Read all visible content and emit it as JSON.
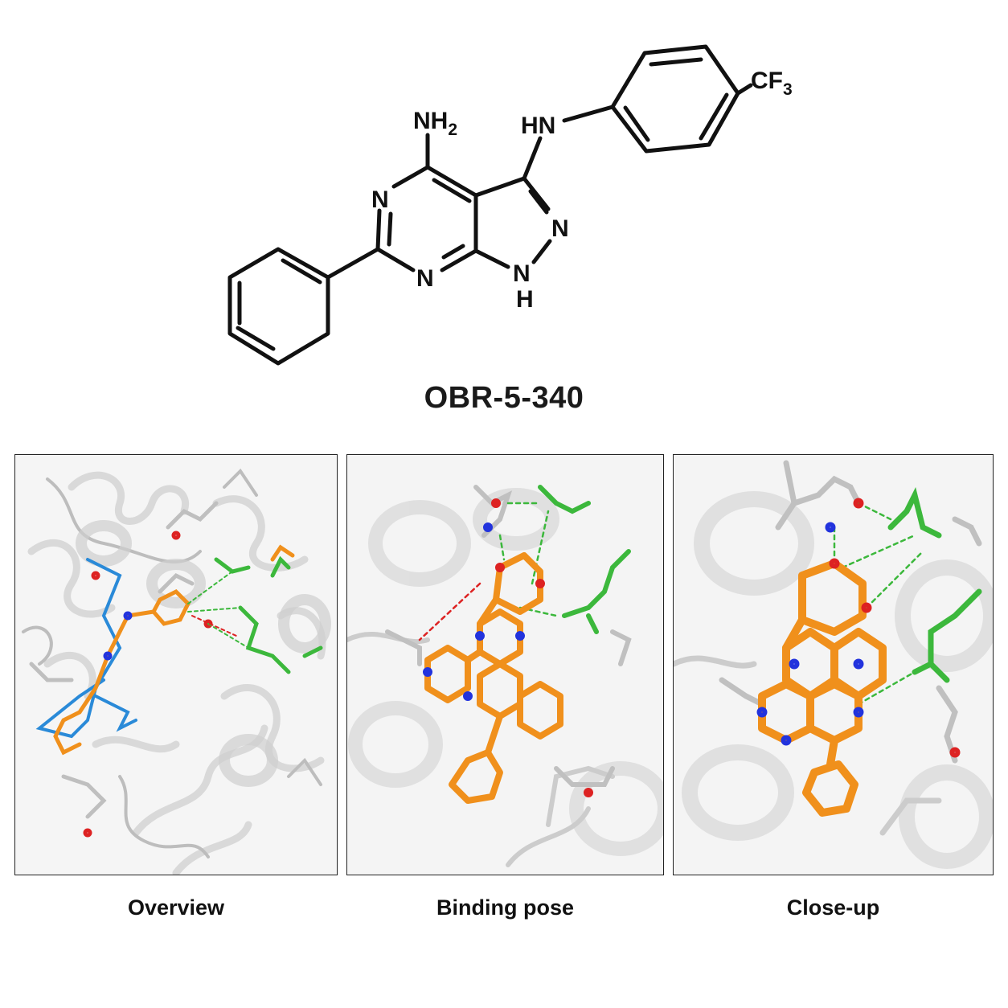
{
  "structure": {
    "labels": {
      "nh2": {
        "main": "NH",
        "sub": "2"
      },
      "hn": "HN",
      "cf3": {
        "main": "CF",
        "sub": "3"
      },
      "n_pyr_top": "N",
      "n_pyr_bottom": "N",
      "n_pyrazole": "N",
      "nh_pyrazole_n": "N",
      "nh_pyrazole_h": "H"
    },
    "compound_name": "OBR-5-340"
  },
  "panels": [
    {
      "caption": "Overview"
    },
    {
      "caption": "Binding pose"
    },
    {
      "caption": "Close-up"
    }
  ],
  "colors": {
    "ligand": "#f0901c",
    "residue_green": "#3cb83c",
    "residue_gray": "#c8c8c8",
    "backbone_blue": "#2a8ad8",
    "nitrogen": "#2233dd",
    "oxygen": "#dd2222",
    "ribbon": "#e2e2e2"
  }
}
